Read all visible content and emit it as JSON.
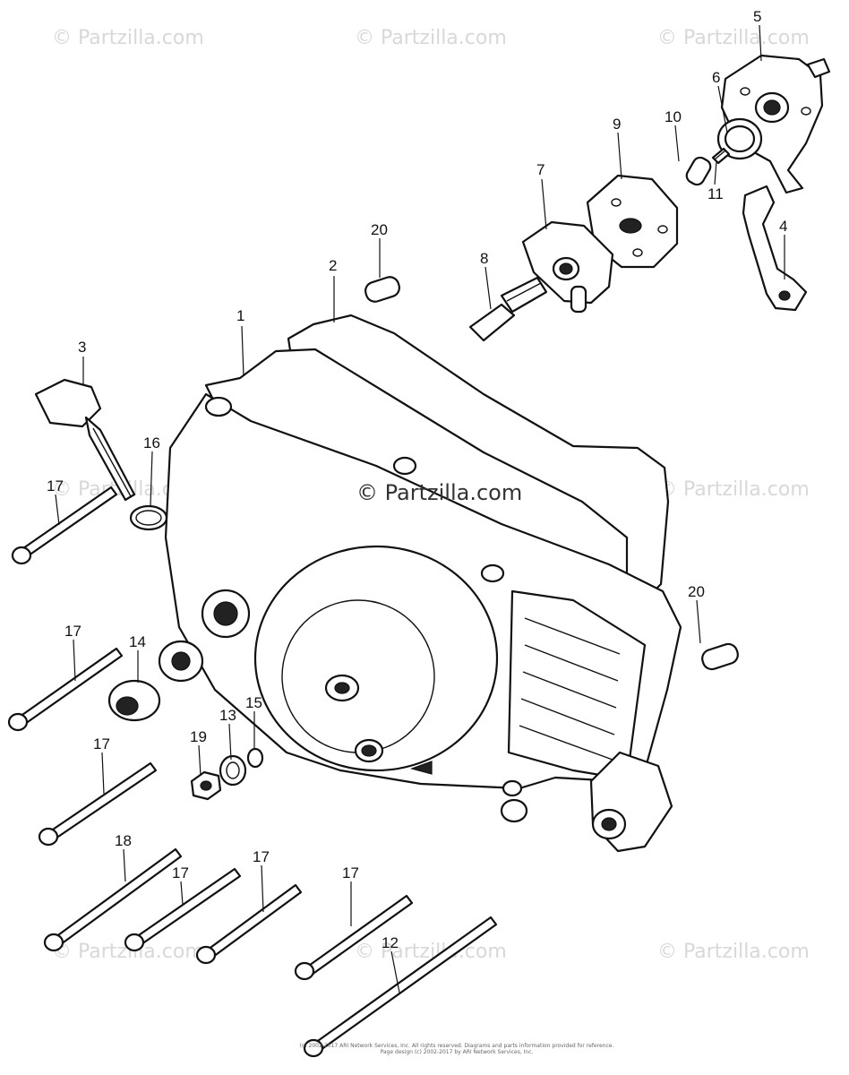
{
  "watermarks": {
    "corner_text": "© Partzilla.com",
    "center_text": "© Partzilla.com"
  },
  "callouts": {
    "c1": "1",
    "c2": "2",
    "c3": "3",
    "c4": "4",
    "c5": "5",
    "c6": "6",
    "c7": "7",
    "c8": "8",
    "c9": "9",
    "c10": "10",
    "c11": "11",
    "c12": "12",
    "c13": "13",
    "c14": "14",
    "c15": "15",
    "c16": "16",
    "c17a": "17",
    "c17b": "17",
    "c17c": "17",
    "c17d": "17",
    "c17e": "17",
    "c17f": "17",
    "c18": "18",
    "c19": "19",
    "c20a": "20",
    "c20b": "20"
  },
  "footer": {
    "line1": "(c) 2002-2017 ARI Network Services, Inc. All rights reserved. Diagrams and parts information provided for reference.",
    "line2": "Page design (c) 2002-2017 by ARI Network Services, Inc."
  }
}
